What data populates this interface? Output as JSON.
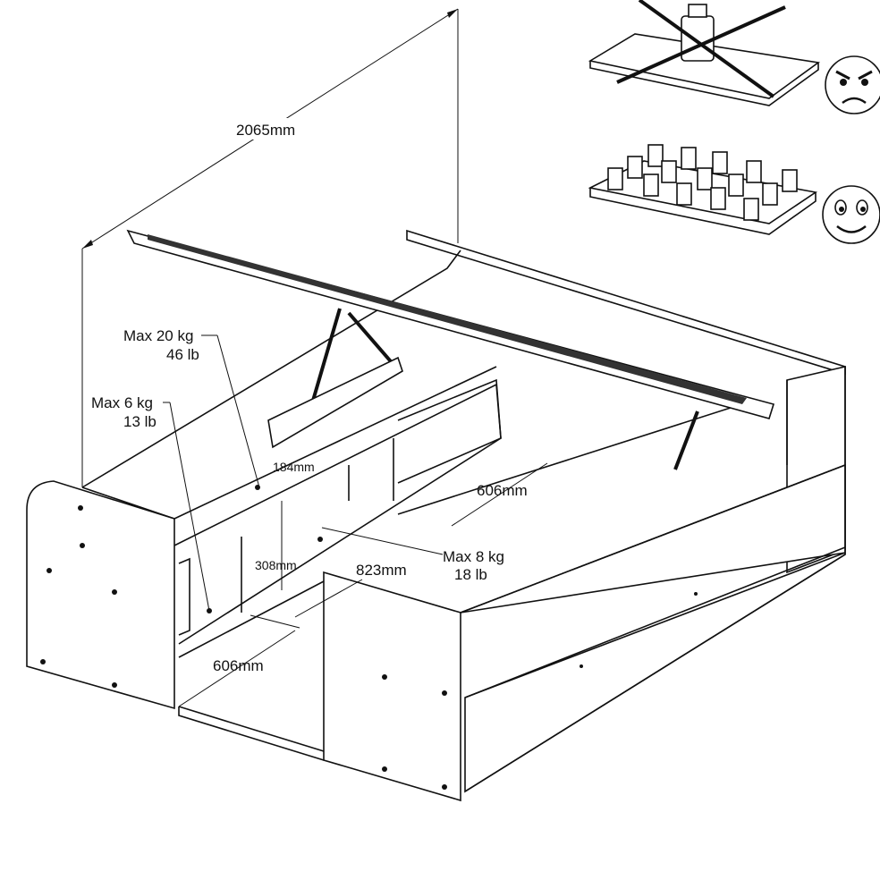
{
  "dimensions": {
    "bed_length": "2065mm",
    "shelf_depth_top": "184mm",
    "drawer_width_right": "606mm",
    "shelf_height": "308mm",
    "middle_width": "823mm",
    "drawer_width_left": "606mm"
  },
  "load_limits": {
    "top_shelf": {
      "kg": "Max 20 kg",
      "lb": "46 lb"
    },
    "small_shelf": {
      "kg": "Max 6 kg",
      "lb": "13 lb"
    },
    "storage_floor": {
      "kg": "Max 8 kg",
      "lb": "18 lb"
    }
  },
  "icons": {
    "bad": "angry-face-icon",
    "good": "happy-face-icon"
  }
}
